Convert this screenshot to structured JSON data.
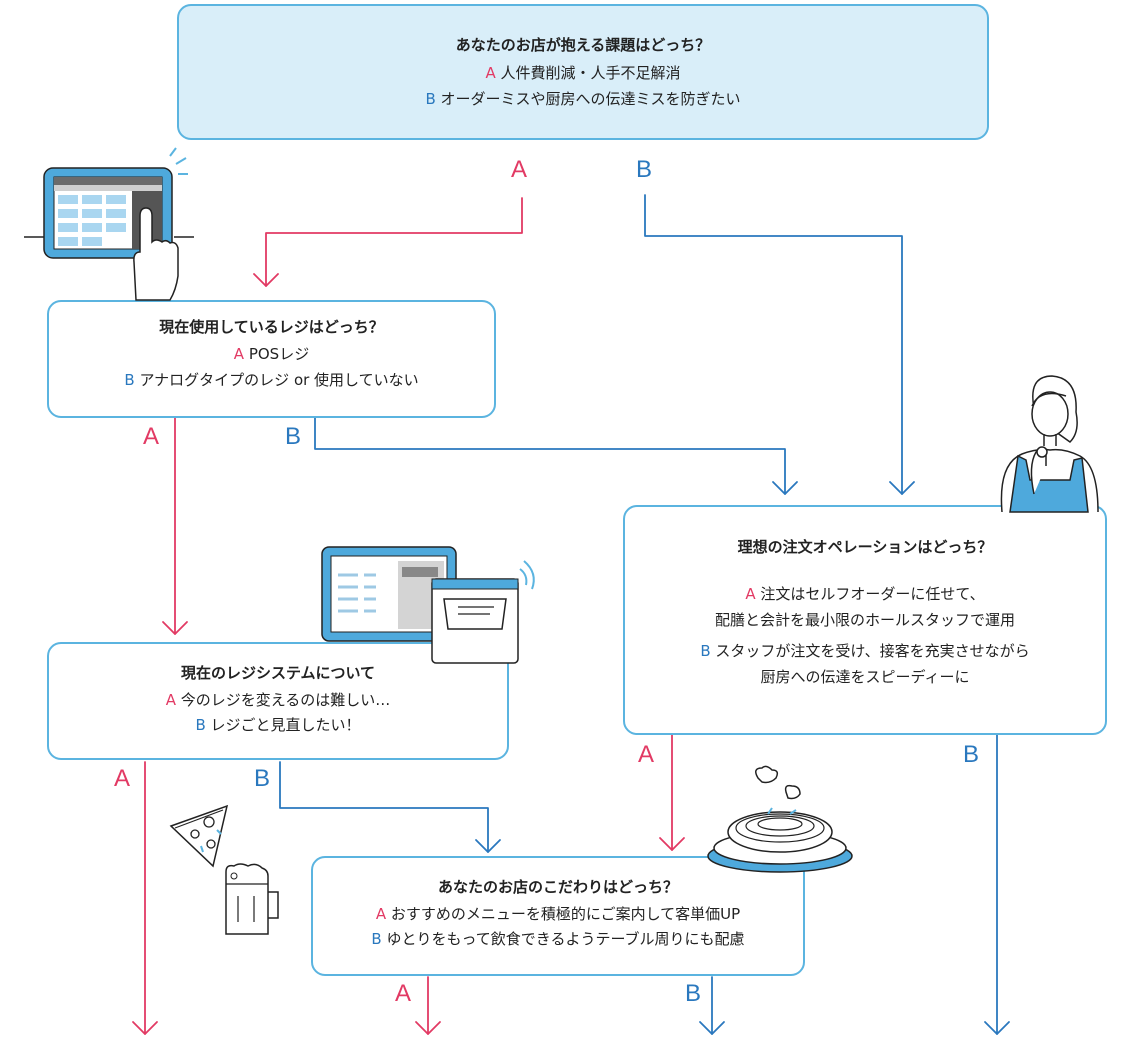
{
  "colors": {
    "a": "#e23a64",
    "b": "#2a78be",
    "box_border": "#5bb4e0",
    "box_fill_top": "#d9eef9"
  },
  "q1": {
    "title": "あなたのお店が抱える課題はどっち？",
    "a_letter": "A",
    "a_text": "人件費削減・人手不足解消",
    "b_letter": "B",
    "b_text": "オーダーミスや厨房への伝達ミスを防ぎたい"
  },
  "q2": {
    "title": "現在使用しているレジはどっち？",
    "a_letter": "A",
    "a_text": "POSレジ",
    "b_letter": "B",
    "b_text": "アナログタイプのレジ or 使用していない"
  },
  "q3": {
    "title": "現在のレジシステムについて",
    "a_letter": "A",
    "a_text": "今のレジを変えるのは難しい…",
    "b_letter": "B",
    "b_text": "レジごと見直したい！"
  },
  "q4": {
    "title": "理想の注文オペレーションはどっち？",
    "a_letter": "A",
    "a_line1": "注文はセルフオーダーに任せて、",
    "a_line2": "配膳と会計を最小限のホールスタッフで運用",
    "b_letter": "B",
    "b_line1": "スタッフが注文を受け、接客を充実させながら",
    "b_line2": "厨房への伝達をスピーディーに"
  },
  "q5": {
    "title": "あなたのお店のこだわりはどっち？",
    "a_letter": "A",
    "a_text": "おすすめのメニューを積極的にご案内して客単価UP",
    "b_letter": "B",
    "b_text": "ゆとりをもって飲食できるようテーブル周りにも配慮"
  },
  "branch_labels": {
    "a": "A",
    "b": "B"
  },
  "illustrations": [
    "tablet-hand-icon",
    "pos-register-icon",
    "woman-staff-icon",
    "pizza-slice-icon",
    "beer-mug-icon",
    "pasta-plate-icon"
  ]
}
